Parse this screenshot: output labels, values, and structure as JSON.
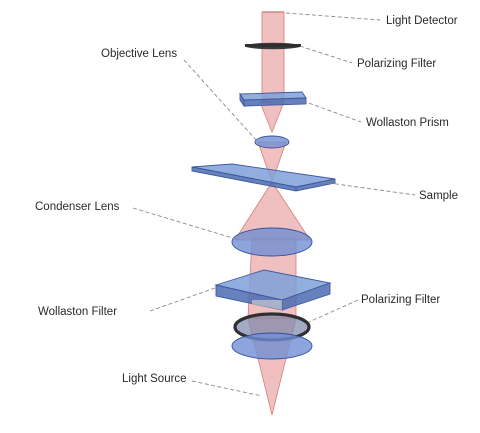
{
  "labels": {
    "light_detector": "Light Detector",
    "polarizing_filter_top": "Polarizing Filter",
    "objective_lens": "Objective Lens",
    "wollaston_prism": "Wollaston Prism",
    "sample": "Sample",
    "condenser_lens": "Condenser Lens",
    "wollaston_filter": "Wollaston Filter",
    "polarizing_filter_bottom": "Polarizing Filter",
    "light_source": "Light Source"
  },
  "colors": {
    "beam": "#e59a97",
    "optics": "#6f8fd4",
    "polarizer": "#3a3a3a",
    "leader_lines": "#8a8a8a"
  }
}
